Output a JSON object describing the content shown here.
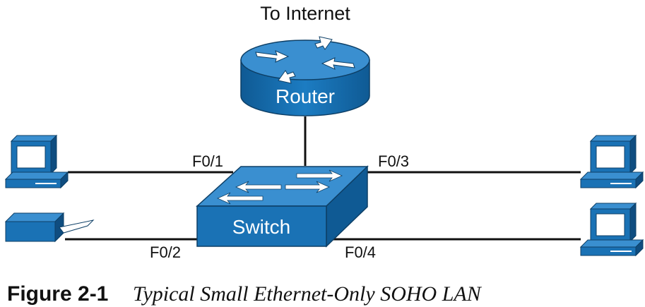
{
  "diagram": {
    "internet_label": "To Internet",
    "router_label": "Router",
    "switch_label": "Switch",
    "ports": {
      "f01": "F0/1",
      "f02": "F0/2",
      "f03": "F0/3",
      "f04": "F0/4"
    }
  },
  "caption": {
    "figure": "Figure 2-1",
    "title": "Typical Small Ethernet-Only SOHO LAN"
  },
  "colors": {
    "device_blue": "#1a72b5",
    "device_dark": "#0f4d80",
    "line": "#111111"
  }
}
